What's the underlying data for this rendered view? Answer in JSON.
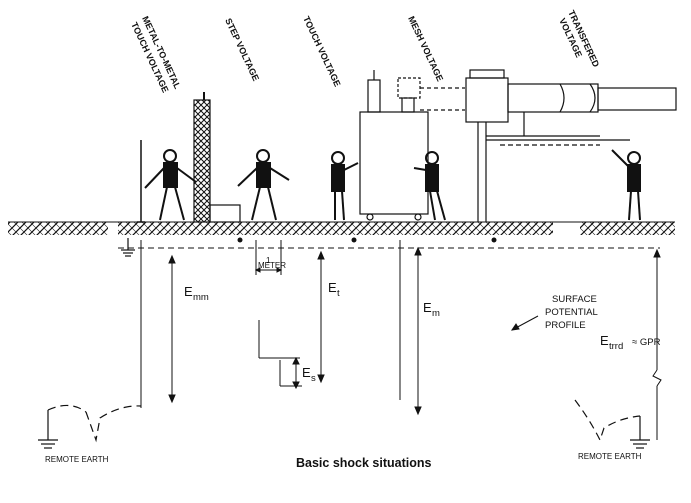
{
  "labels": {
    "metal_to_metal_line1": "METAL-TO-METAL",
    "metal_to_metal_line2": "TOUCH VOLTAGE",
    "step_voltage": "STEP VOLTAGE",
    "touch_voltage": "TOUCH VOLTAGE",
    "mesh_voltage": "MESH VOLTAGE",
    "transferred_line1": "TRANSFERED",
    "transferred_line2": "VOLTAGE"
  },
  "symbols": {
    "emm_main": "E",
    "emm_sub": "mm",
    "et_main": "E",
    "et_sub": "t",
    "em_main": "E",
    "em_sub": "m",
    "es_main": "E",
    "es_sub": "s",
    "etrrd_main": "E",
    "etrrd_sub": "trrd",
    "gpr": "≈ GPR"
  },
  "meter": {
    "tick": "1",
    "label": "METER"
  },
  "surface_profile": {
    "line1": "SURFACE",
    "line2": "POTENTIAL",
    "line3": "PROFILE"
  },
  "remote_earth": {
    "left": "REMOTE EARTH",
    "right": "REMOTE EARTH"
  },
  "caption": "Basic shock situations"
}
